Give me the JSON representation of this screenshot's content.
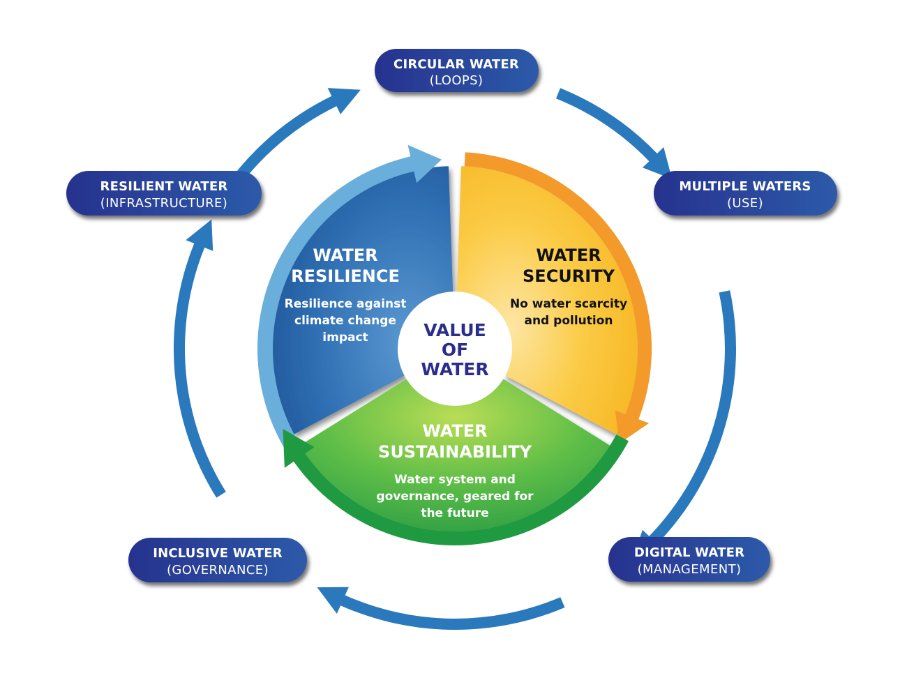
{
  "center": {
    "line1": "VALUE",
    "line2": "OF",
    "line3": "WATER"
  },
  "segments": {
    "resilience": {
      "title_line1": "WATER",
      "title_line2": "RESILIENCE",
      "desc_line1": "Resilience against",
      "desc_line2": "climate change",
      "desc_line3": "impact"
    },
    "security": {
      "title_line1": "WATER",
      "title_line2": "SECURITY",
      "desc_line1": "No water scarcity",
      "desc_line2": "and pollution"
    },
    "sustainability": {
      "title_line1": "WATER",
      "title_line2": "SUSTAINABILITY",
      "desc_line1": "Water system and",
      "desc_line2": "governance, geared for",
      "desc_line3": "the future"
    }
  },
  "pills": {
    "circular": {
      "title": "CIRCULAR WATER",
      "sub": "(LOOPS)"
    },
    "multiple": {
      "title": "MULTIPLE WATERS",
      "sub": "(USE)"
    },
    "digital": {
      "title": "DIGITAL WATER",
      "sub": "(MANAGEMENT)"
    },
    "inclusive": {
      "title": "INCLUSIVE WATER",
      "sub": "(GOVERNANCE)"
    },
    "resilient": {
      "title": "RESILIENT WATER",
      "sub": "(INFRASTRUCTURE)"
    }
  },
  "colors": {
    "pill": "#2a3a95",
    "outer_arrow": "#2a79bc",
    "resilience": "#2d74b8",
    "resilience_arc": "#6aaedc",
    "security": "#f7b733",
    "security_arc": "#f39a2a",
    "sustainability": "#3bb54a",
    "sustainability_arc": "#1f9a40",
    "center_text": "#2b2d8c"
  }
}
